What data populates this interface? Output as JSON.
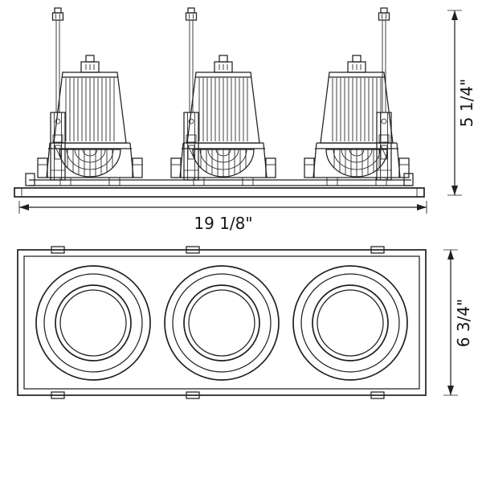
{
  "drawing": {
    "background_color": "#ffffff",
    "line_color": "#202020",
    "lamp_count": 3,
    "dimensions": {
      "side_height": "5 1/4\"",
      "overall_width": "19 1/8\"",
      "face_height": "6 3/4\""
    }
  }
}
